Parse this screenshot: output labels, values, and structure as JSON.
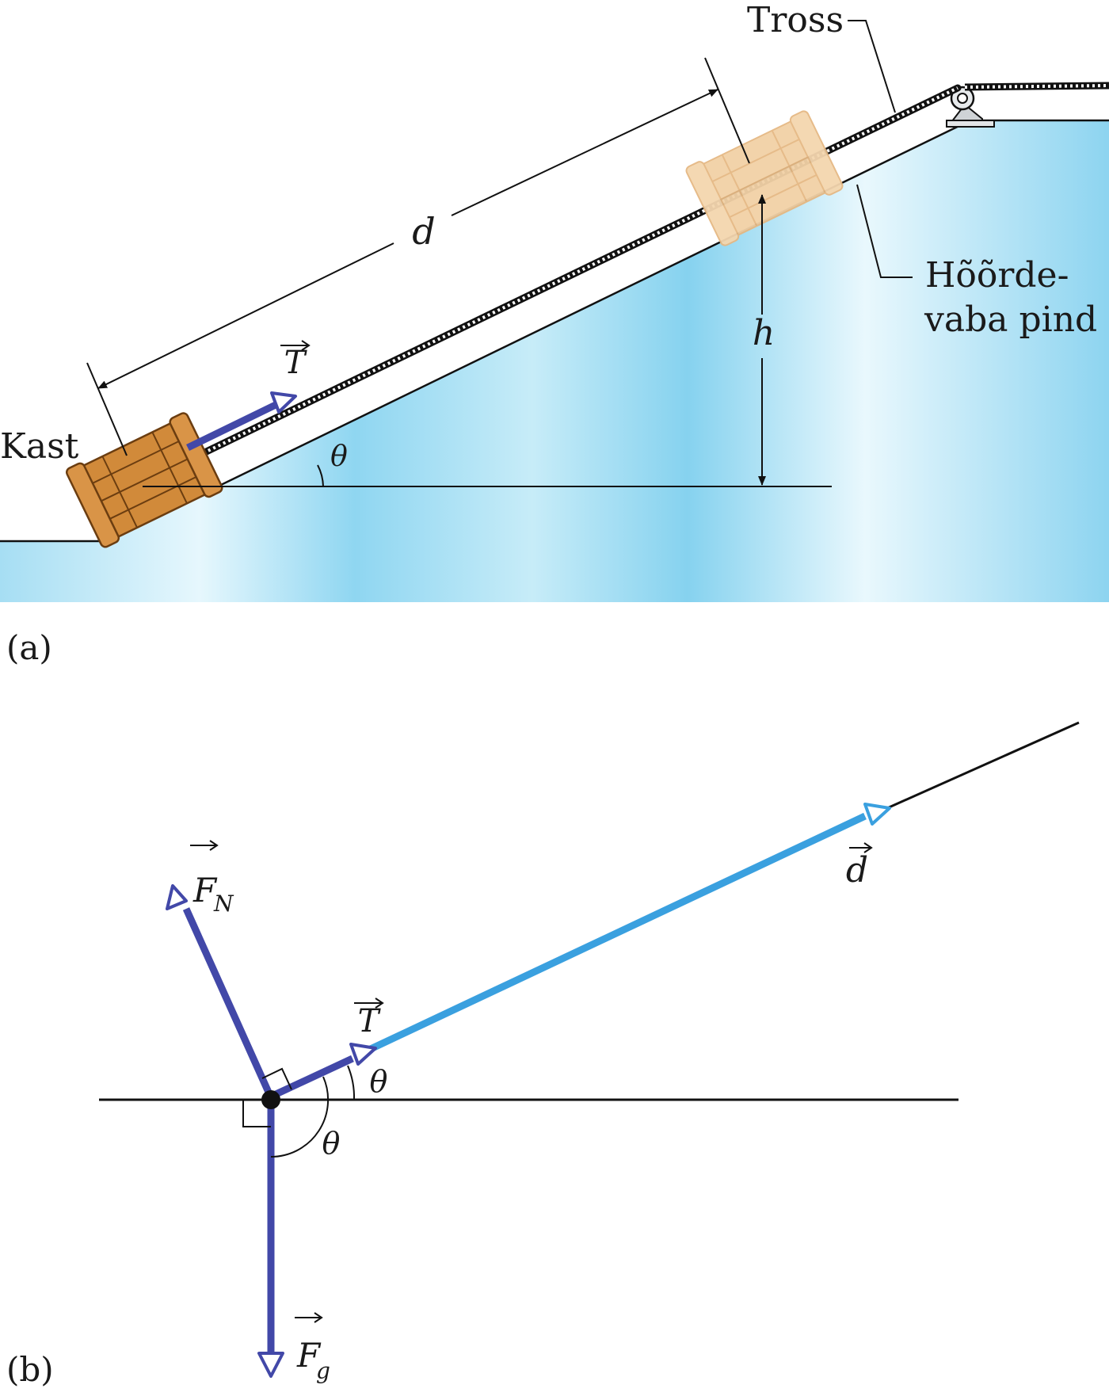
{
  "panel_a": {
    "label": "(a)",
    "labels": {
      "tross": "Tross",
      "kast": "Kast",
      "surface_line1": "Hõõrde-",
      "surface_line2": "vaba pind",
      "d": "d",
      "h": "h",
      "theta": "θ",
      "tension": "T"
    }
  },
  "panel_b": {
    "label": "(b)",
    "labels": {
      "normal_force": "F",
      "normal_sub": "N",
      "gravity_force": "F",
      "gravity_sub": "g",
      "tension": "T",
      "displacement": "d",
      "theta_1": "θ",
      "theta_2": "θ"
    }
  },
  "colors": {
    "water_light": "#d9f2fb",
    "water_mid": "#a8e0f4",
    "water_dark": "#7fd0ef",
    "force_vector": "#4248a8",
    "displacement_vector": "#3aa0df",
    "crate_front": "#d18a3a",
    "crate_ghost": "#f0cfa2"
  }
}
